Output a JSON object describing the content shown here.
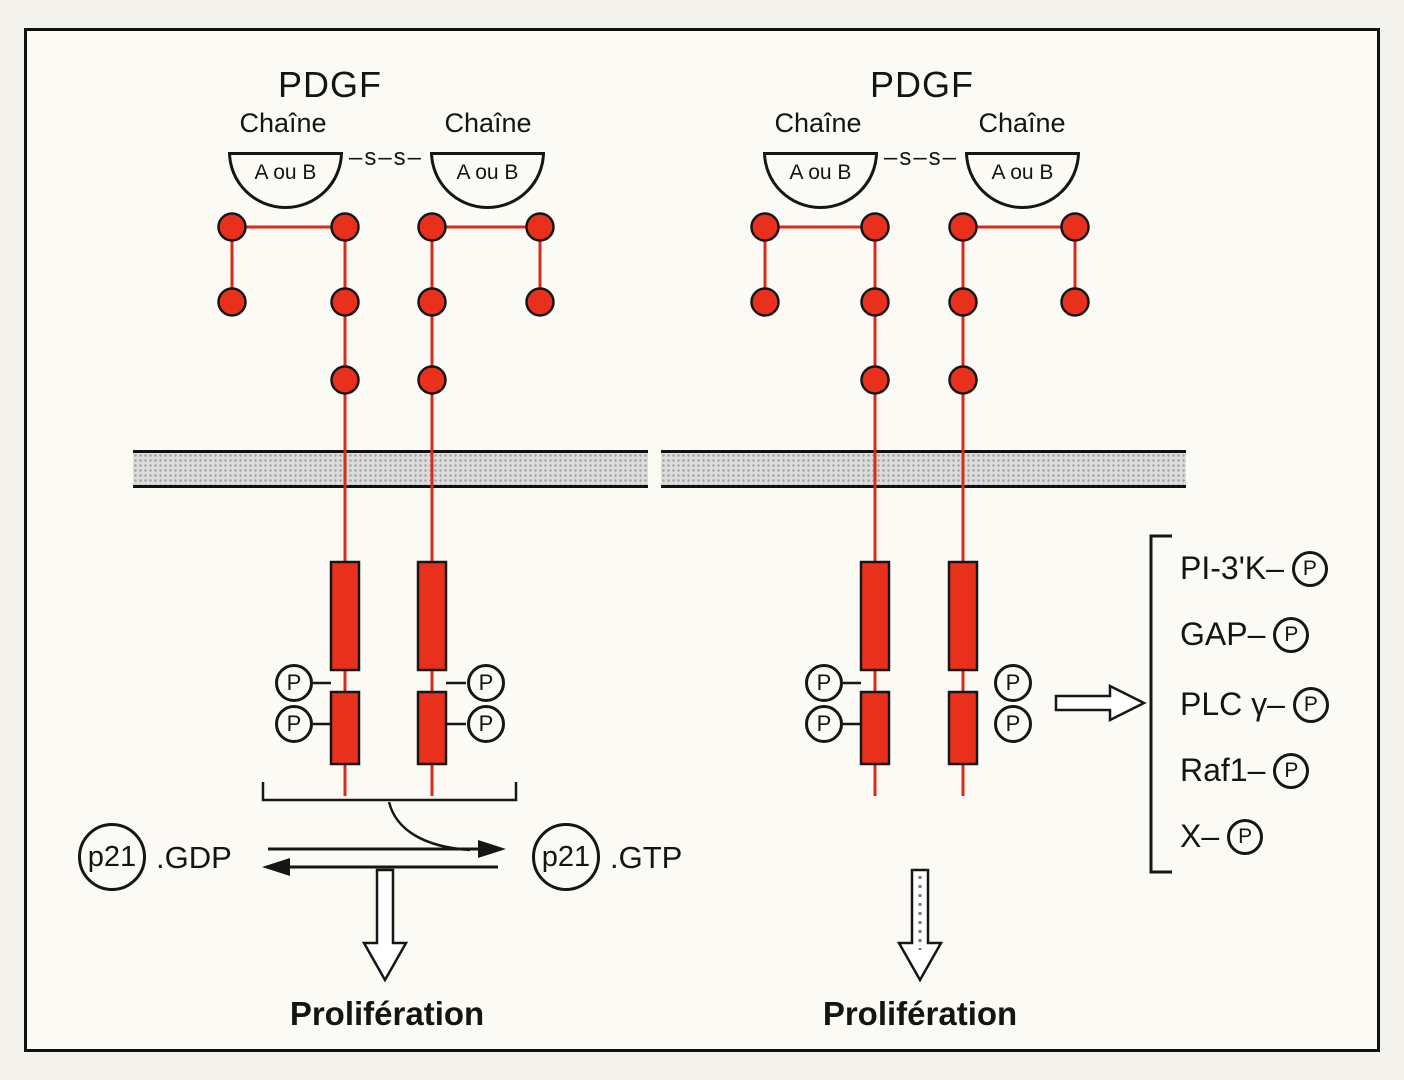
{
  "figure": {
    "left_panel": {
      "title": "PDGF",
      "chain_label_left": "Chaîne",
      "chain_label_right": "Chaîne",
      "subunit_left": "A ou B",
      "subunit_right": "A ou B",
      "disulfide_bond": "–s–s–",
      "p21_gdp": {
        "protein": "p21",
        "state": ".GDP"
      },
      "p21_gtp": {
        "protein": "p21",
        "state": ".GTP"
      },
      "outcome": "Prolifération"
    },
    "right_panel": {
      "title": "PDGF",
      "chain_label_left": "Chaîne",
      "chain_label_right": "Chaîne",
      "subunit_left": "A ou B",
      "subunit_right": "A ou B",
      "disulfide_bond": "–s–s–",
      "targets": [
        {
          "name": "PI-3'K–"
        },
        {
          "name": "GAP–"
        },
        {
          "name": "PLC γ–"
        },
        {
          "name": "Raf1–"
        },
        {
          "name": "X–"
        }
      ],
      "outcome": "Prolifération"
    },
    "labels": {
      "phosphate": "P"
    },
    "colors": {
      "receptor_red": "#e8301d",
      "membrane_gray": "#dcdcdc",
      "ink": "#141414"
    }
  }
}
